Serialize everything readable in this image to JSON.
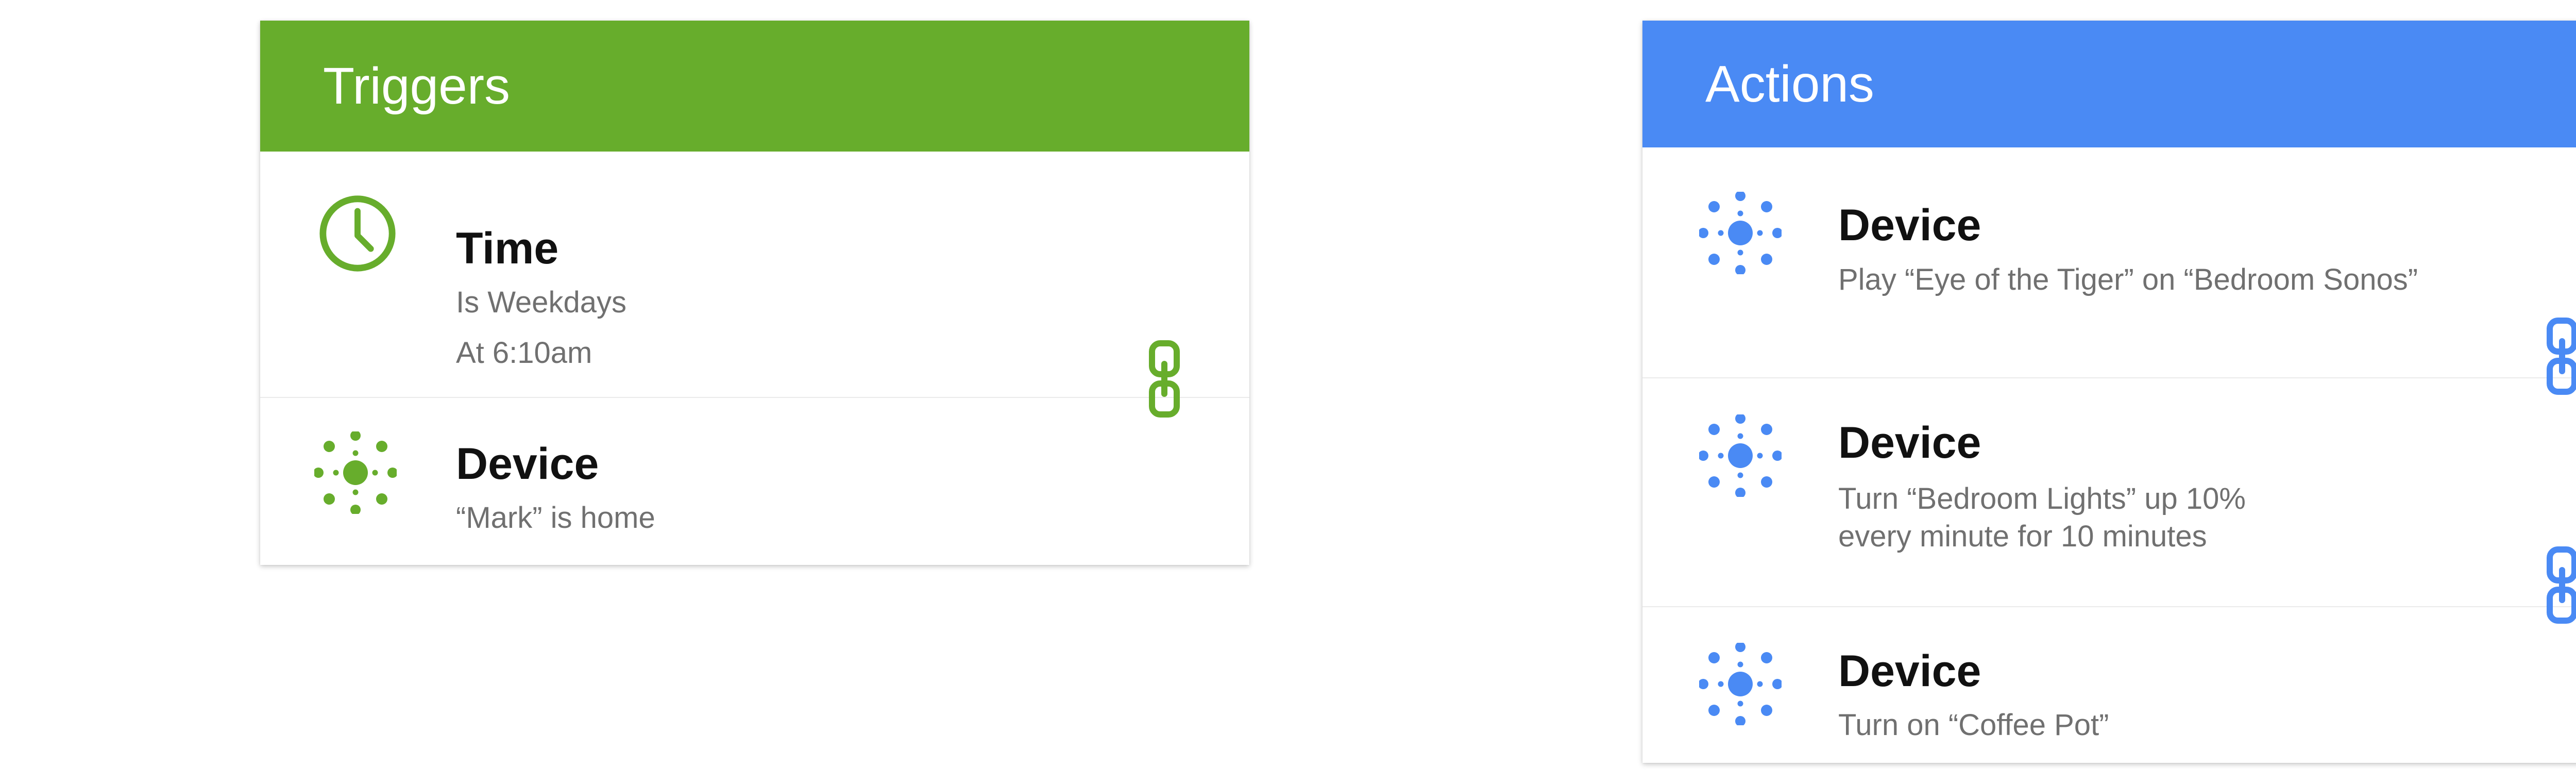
{
  "colors": {
    "triggers_accent": "#67ad2c",
    "actions_accent": "#4a8af4",
    "title_text": "#111111",
    "detail_text": "#707070"
  },
  "triggers": {
    "title": "Triggers",
    "items": [
      {
        "icon": "clock-icon",
        "title": "Time",
        "lines": [
          "Is Weekdays",
          "At 6:10am"
        ]
      },
      {
        "icon": "device-icon",
        "title": "Device",
        "lines": [
          "“Mark” is home"
        ]
      }
    ]
  },
  "actions": {
    "title": "Actions",
    "items": [
      {
        "icon": "device-icon",
        "title": "Device",
        "lines": [
          "Play “Eye of the Tiger” on “Bedroom Sonos”"
        ]
      },
      {
        "icon": "device-icon",
        "title": "Device",
        "lines": [
          "Turn “Bedroom Lights” up 10%",
          "every minute for 10 minutes"
        ]
      },
      {
        "icon": "device-icon",
        "title": "Device",
        "lines": [
          "Turn on “Coffee Pot”"
        ]
      }
    ]
  }
}
